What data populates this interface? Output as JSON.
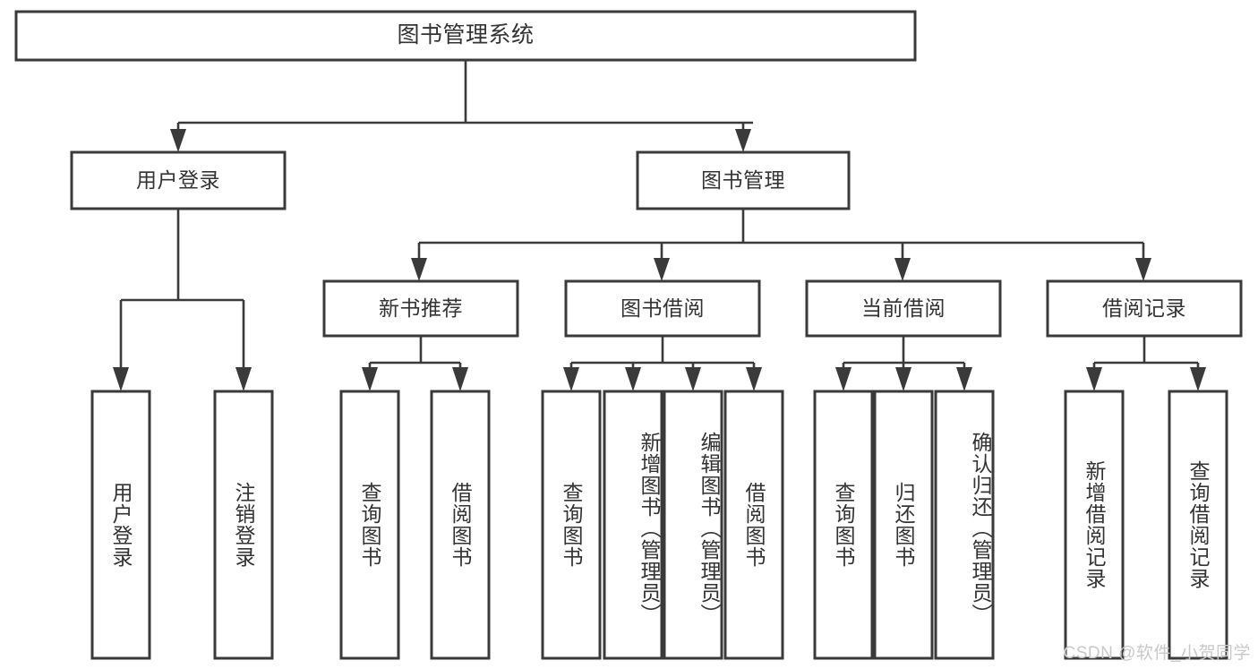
{
  "diagram": {
    "type": "tree-hierarchy",
    "title": "图书管理系统",
    "watermark": "CSDN @软件_小贺同学",
    "colors": {
      "background": "#ffffff",
      "box_fill": "#ffffff",
      "box_stroke": "#3a3a3a",
      "connector": "#3a3a3a",
      "text": "#333333",
      "watermark": "#c9c9c9"
    },
    "levels": {
      "root": {
        "label": "图书管理系统"
      },
      "level2": [
        {
          "id": "user-login",
          "label": "用户登录"
        },
        {
          "id": "book-manage",
          "label": "图书管理"
        }
      ],
      "level3": [
        {
          "id": "new-book-recommend",
          "label": "新书推荐"
        },
        {
          "id": "book-borrow",
          "label": "图书借阅"
        },
        {
          "id": "current-borrow",
          "label": "当前借阅"
        },
        {
          "id": "borrow-record",
          "label": "借阅记录"
        }
      ],
      "leaves": {
        "user-login": [
          {
            "id": "leaf-user-login",
            "label": "用户登录"
          },
          {
            "id": "leaf-logout-login",
            "label": "注销登录"
          }
        ],
        "new-book-recommend": [
          {
            "id": "leaf-query-book-1",
            "label": "查询图书"
          },
          {
            "id": "leaf-borrow-book-1",
            "label": "借阅图书"
          }
        ],
        "book-borrow": [
          {
            "id": "leaf-query-book-2",
            "label": "查询图书"
          },
          {
            "id": "leaf-add-book",
            "label": "新增图书（管理员）"
          },
          {
            "id": "leaf-edit-book",
            "label": "编辑图书（管理员）"
          },
          {
            "id": "leaf-borrow-book-2",
            "label": "借阅图书"
          }
        ],
        "current-borrow": [
          {
            "id": "leaf-query-book-3",
            "label": "查询图书"
          },
          {
            "id": "leaf-return-book",
            "label": "归还图书"
          },
          {
            "id": "leaf-confirm-return",
            "label": "确认归还（管理员）"
          }
        ],
        "borrow-record": [
          {
            "id": "leaf-add-record",
            "label": "新增借阅记录"
          },
          {
            "id": "leaf-query-record",
            "label": "查询借阅记录"
          }
        ]
      }
    }
  }
}
